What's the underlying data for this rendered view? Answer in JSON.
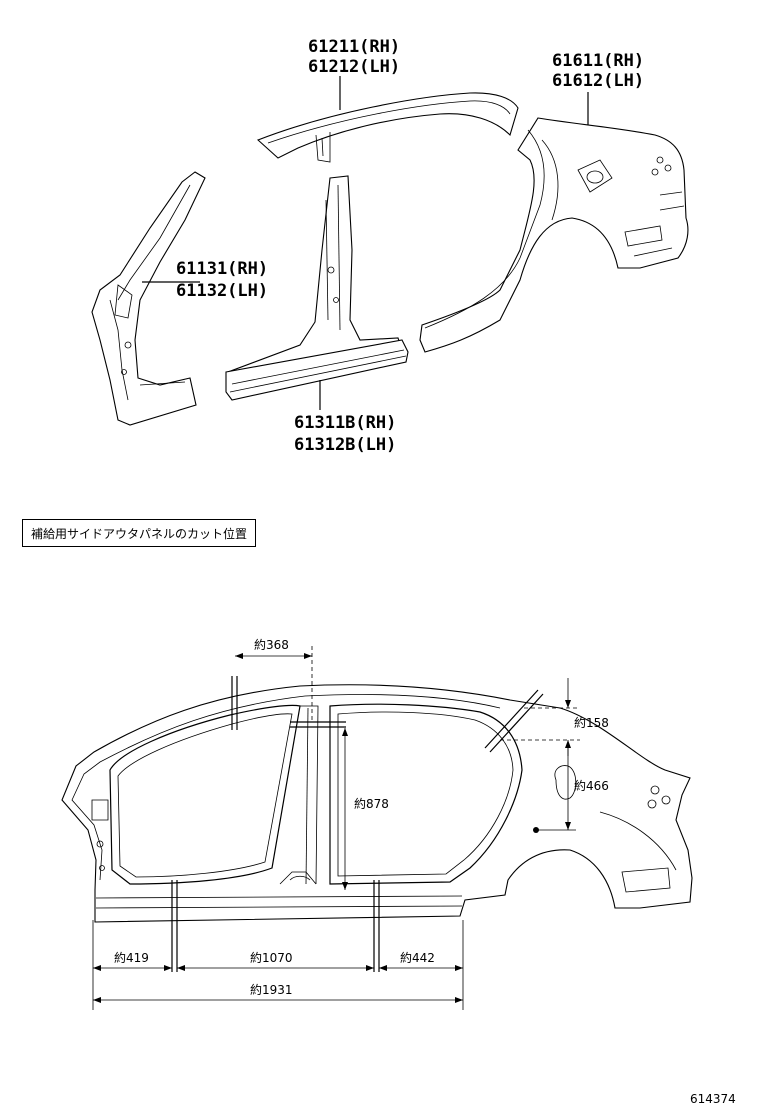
{
  "parts": {
    "roof_side_rail": {
      "rh": "61211(RH)",
      "lh": "61212(LH)"
    },
    "quarter_panel": {
      "rh": "61611(RH)",
      "lh": "61612(LH)"
    },
    "front_pillar": {
      "rh": "61131(RH)",
      "lh": "61132(LH)"
    },
    "rocker_outer": {
      "rh": "61311B(RH)",
      "lh": "61312B(LH)"
    }
  },
  "section_caption": "補給用サイドアウタパネルのカット位置",
  "dimensions": {
    "roof_cut": "約368",
    "rear_upper": "約158",
    "rear_lower": "約466",
    "pillar_height": "約878",
    "front_rocker": "約419",
    "mid_rocker": "約1070",
    "rear_rocker": "約442",
    "overall": "約1931"
  },
  "document_number": "614374"
}
